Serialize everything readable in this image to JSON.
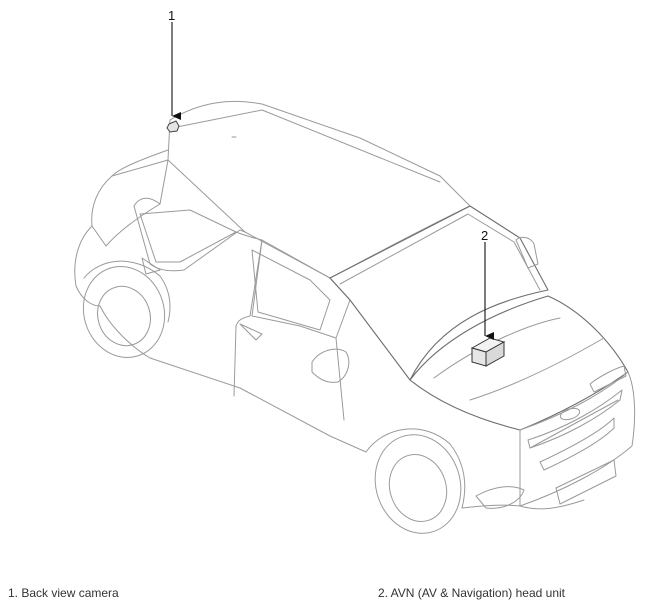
{
  "callouts": [
    {
      "number": "1",
      "label": "1. Back view camera"
    },
    {
      "number": "2",
      "label": "2. AVN (AV & Navigation) head unit"
    }
  ],
  "colors": {
    "line": "#9a9a9a",
    "leader": "#111111",
    "text": "#333333"
  },
  "icons": [
    "car-outline-drawing",
    "camera-component-icon",
    "head-unit-component-icon"
  ]
}
